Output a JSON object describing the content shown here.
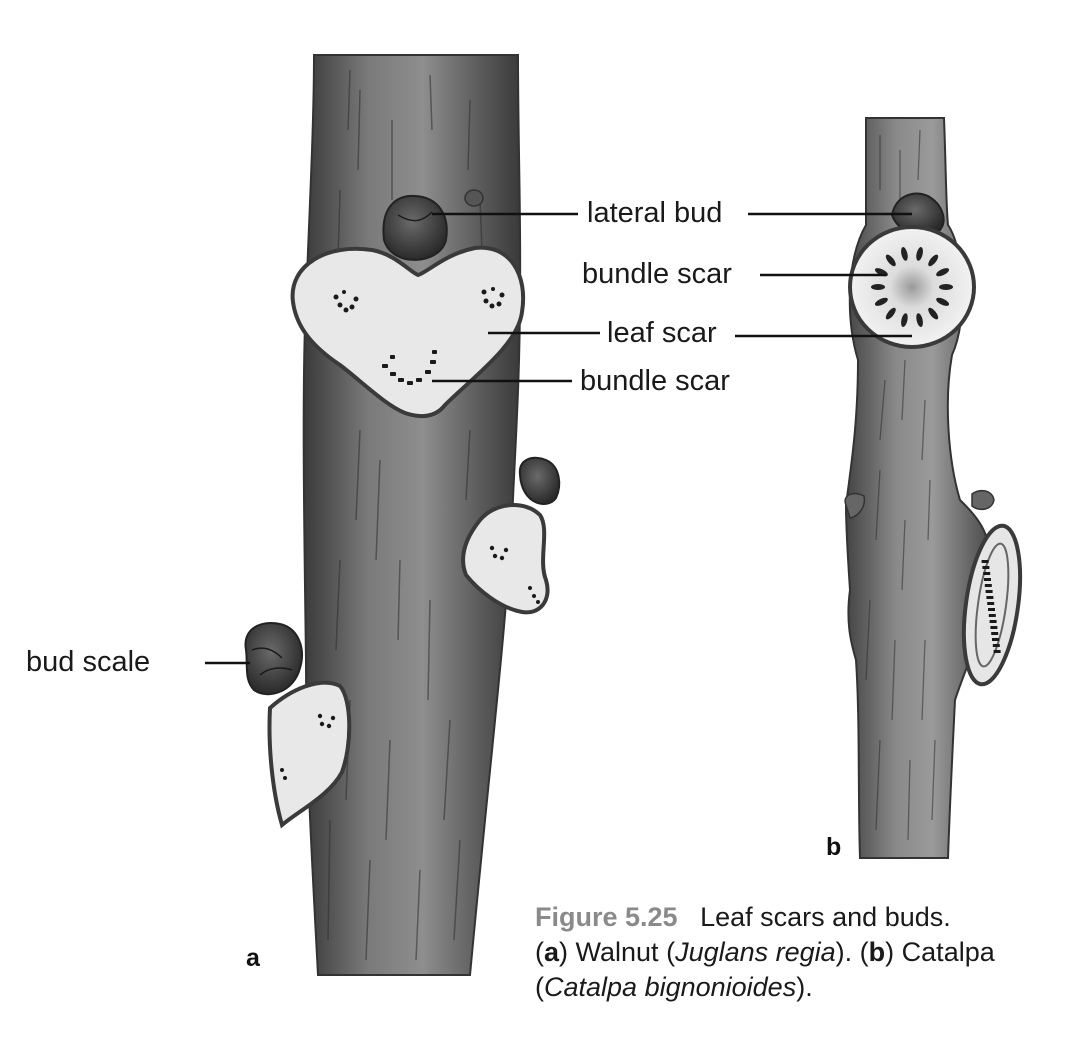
{
  "labels": {
    "lateral_bud": "lateral bud",
    "bundle_scar_a": "bundle scar",
    "leaf_scar": "leaf scar",
    "bud_scale": "bud scale",
    "bundle_scar_b": "bundle scar"
  },
  "panels": {
    "a": "a",
    "b": "b"
  },
  "caption": {
    "figure_number": "Figure 5.25",
    "title": "Leaf scars and buds.",
    "part_a_letter": "a",
    "part_a_common": "Walnut",
    "part_a_species": "Juglans regia",
    "part_b_letter": "b",
    "part_b_common": "Catalpa",
    "part_b_species": "Catalpa bignonioides"
  },
  "colors": {
    "stem_dark": "#3e3e3e",
    "stem_light": "#8c8c8c",
    "scar_fill": "#ececec",
    "bud": "#3a3a3a"
  }
}
